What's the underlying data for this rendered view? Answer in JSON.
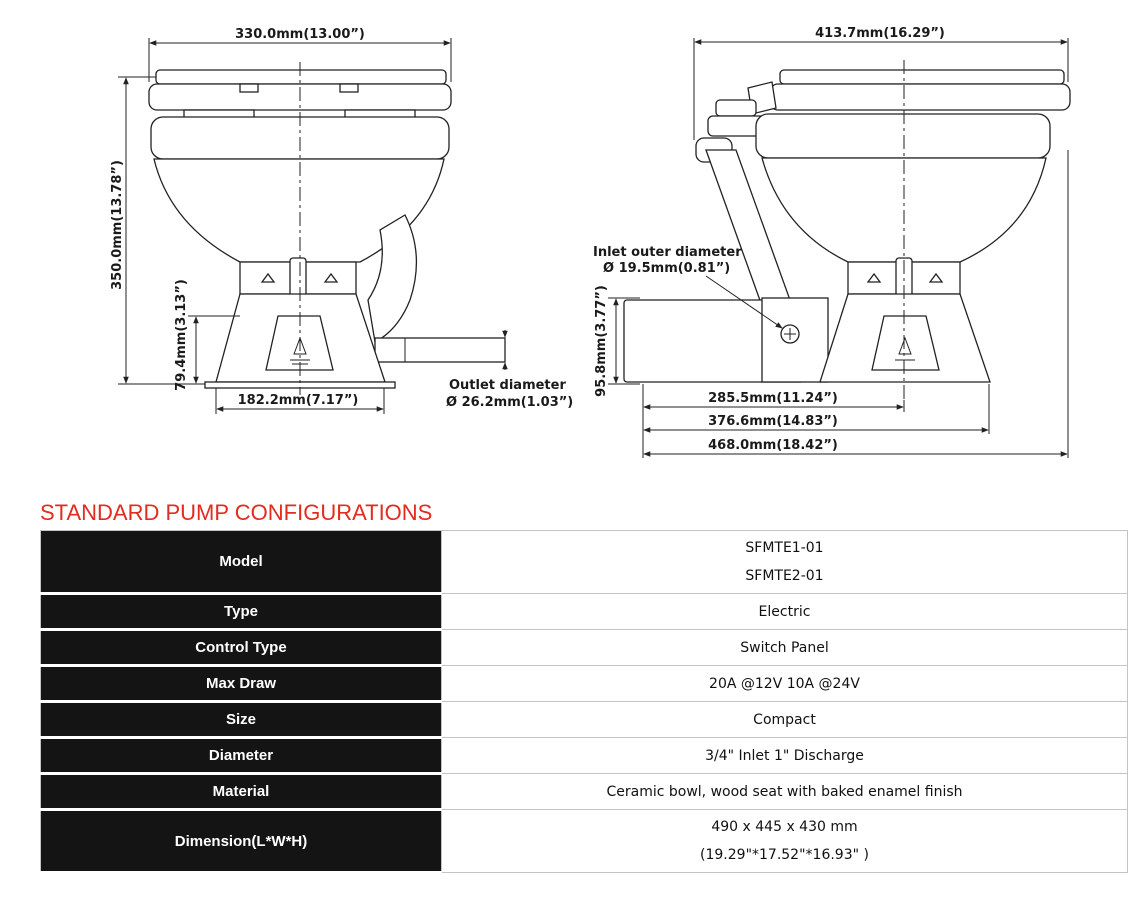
{
  "drawing": {
    "front": {
      "width_label": "330.0mm(13.00”)",
      "height_label": "350.0mm(13.78”)",
      "base_height_label": "79.4mm(3.13”)",
      "base_width_label": "182.2mm(7.17”)",
      "outlet_title": "Outlet diameter",
      "outlet_value": "Ø 26.2mm(1.03”)"
    },
    "side": {
      "width_label": "413.7mm(16.29”)",
      "inlet_title": "Inlet outer diameter",
      "inlet_value": "Ø 19.5mm(0.81”)",
      "pump_height_label": "95.8mm(3.77”)",
      "dim1_label": "285.5mm(11.24”)",
      "dim2_label": "376.6mm(14.83”)",
      "dim3_label": "468.0mm(18.42”)"
    }
  },
  "section_title": "STANDARD PUMP CONFIGURATIONS",
  "specs": {
    "model_label": "Model",
    "model_value_1": "SFMTE1-01",
    "model_value_2": "SFMTE2-01",
    "type_label": "Type",
    "type_value": "Electric",
    "control_label": "Control Type",
    "control_value": "Switch Panel",
    "maxdraw_label": "Max Draw",
    "maxdraw_value": "20A @12V 10A @24V",
    "size_label": "Size",
    "size_value": "Compact",
    "diameter_label": "Diameter",
    "diameter_value": "3/4\" Inlet 1\" Discharge",
    "material_label": "Material",
    "material_value": "Ceramic bowl, wood seat with baked enamel finish",
    "dimension_label": "Dimension(L*W*H)",
    "dimension_value_1": "490 x 445 x 430 mm",
    "dimension_value_2": "(19.29\"*17.52\"*16.93\" )"
  }
}
